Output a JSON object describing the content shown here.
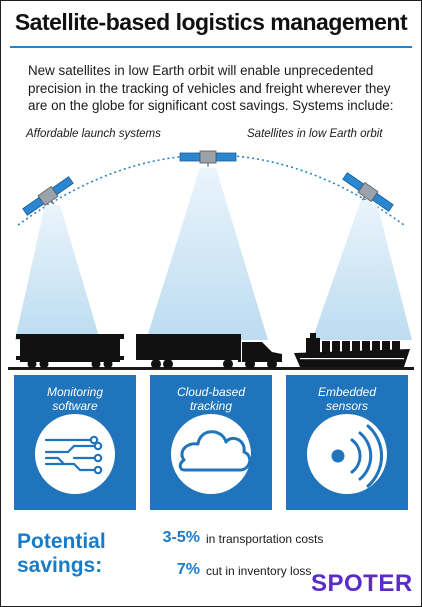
{
  "title": "Satellite-based logistics management",
  "intro": "New satellites in low Earth orbit will enable unprecedented precision in the tracking of vehicles and freight wherever they are on the globe for significant cost savings. Systems include:",
  "orbit_labels": {
    "left": "Affordable launch systems",
    "right": "Satellites in low Earth orbit"
  },
  "vehicles": [
    "train-car",
    "semi-truck",
    "cargo-ship"
  ],
  "panels": [
    {
      "line1": "Monitoring",
      "line2": "software",
      "icon": "circuit-icon"
    },
    {
      "line1": "Cloud-based",
      "line2": "tracking",
      "icon": "cloud-icon"
    },
    {
      "line1": "Embedded",
      "line2": "sensors",
      "icon": "signal-icon"
    }
  ],
  "savings": {
    "heading_line1": "Potential",
    "heading_line2": "savings:",
    "items": [
      {
        "value": "3-5%",
        "text": "in transportation costs"
      },
      {
        "value": "7%",
        "text": "cut in inventory loss"
      }
    ]
  },
  "brand": "SPOTER",
  "colors": {
    "accent": "#1a7cc8",
    "panel": "#1f74bb",
    "beam": "#cfe5f5",
    "vehicle": "#111111",
    "brand": "#5b2cc9"
  }
}
